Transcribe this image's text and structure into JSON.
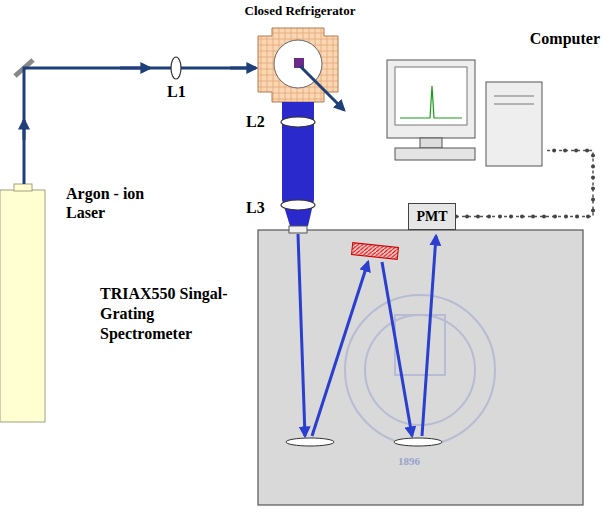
{
  "diagram": {
    "nodes": [
      {
        "text": [
          "Closed Refrigerator"
        ]
      },
      {
        "text": [
          "Computer"
        ]
      },
      {
        "text": [
          "TRIAX550 Singal-Grating Spectrometer"
        ]
      },
      {
        "text": [
          "PMT"
        ]
      }
    ],
    "edges": [
      {
        "from": 3,
        "to": 1,
        "arrow": "none"
      }
    ],
    "labels": [
      "L1",
      "L2",
      "L3",
      "Argon - ion Laser",
      "1896"
    ]
  }
}
